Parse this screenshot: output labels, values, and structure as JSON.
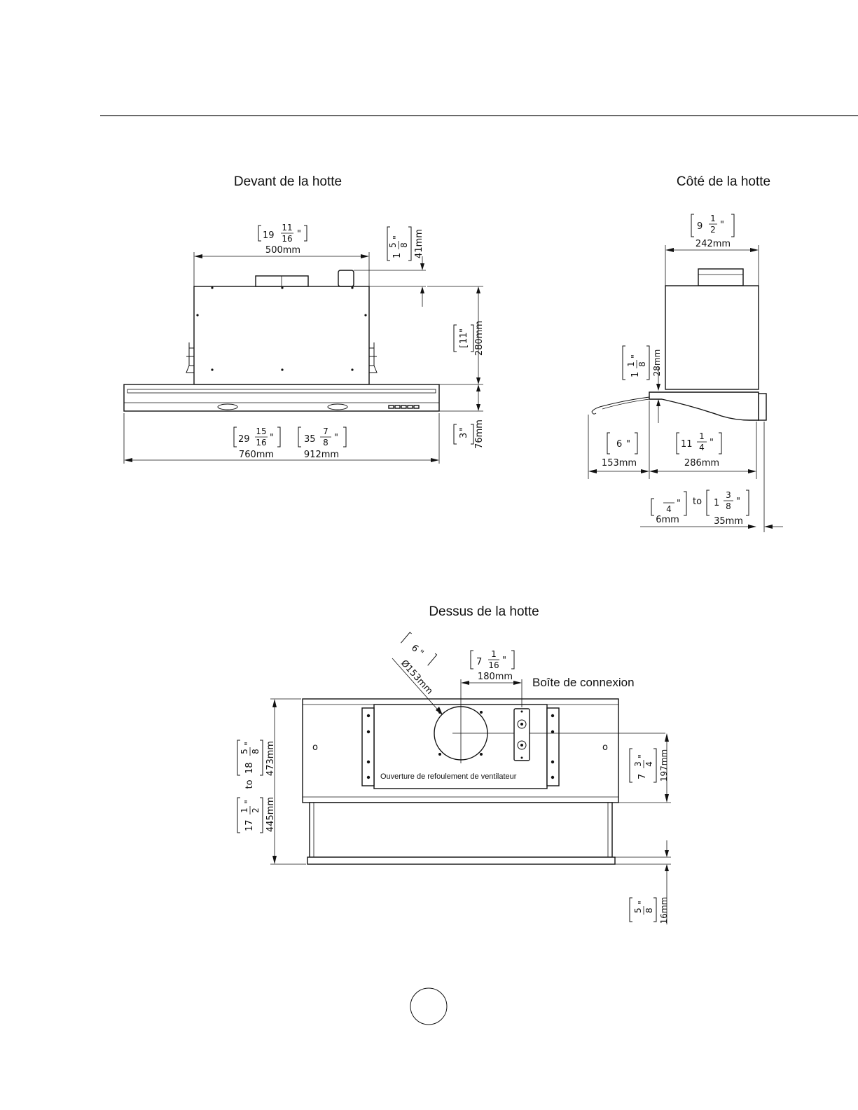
{
  "views": {
    "front": {
      "title": "Devant de la hotte",
      "top_width": {
        "whole": "19",
        "num": "11",
        "den": "16",
        "mm": "500mm"
      },
      "collar_height": {
        "whole": "1",
        "num": "5",
        "den": "8",
        "mm": "41mm"
      },
      "body_height": {
        "inch": "11",
        "mm": "280mm"
      },
      "panel_height": {
        "inch": "3",
        "mm": "76mm"
      },
      "width_a": {
        "whole": "29",
        "num": "15",
        "den": "16",
        "mm": "760mm"
      },
      "width_b": {
        "whole": "35",
        "num": "7",
        "den": "8",
        "mm": "912mm"
      }
    },
    "side": {
      "title": "Côté de la hotte",
      "depth_top": {
        "whole": "9",
        "num": "1",
        "den": "2",
        "mm": "242mm"
      },
      "lip_height": {
        "whole": "1",
        "num": "1",
        "den": "8",
        "mm": "28mm"
      },
      "front_ext": {
        "inch": "6",
        "mm": "153mm"
      },
      "depth_bottom": {
        "whole": "11",
        "num": "1",
        "den": "4",
        "mm": "286mm"
      },
      "offset_min": {
        "num": "",
        "den": "4",
        "mm": "6mm"
      },
      "offset_to": "to",
      "offset_max": {
        "whole": "1",
        "num": "3",
        "den": "8",
        "mm": "35mm"
      }
    },
    "top": {
      "title": "Dessus de la hotte",
      "duct_diameter": {
        "inch": "6",
        "mm": "Ø153mm"
      },
      "duct_offset": {
        "whole": "7",
        "num": "1",
        "den": "16",
        "mm": "180mm"
      },
      "junction_box_label": "Boîte de connexion",
      "blower_outlet_label": "Ouverture de refoulement de ventilateur",
      "depth_max": {
        "whole": "18",
        "num": "5",
        "den": "8",
        "mm": "473mm"
      },
      "depth_to": "to",
      "depth_min": {
        "whole": "17",
        "num": "1",
        "den": "2",
        "mm": "445mm"
      },
      "duct_depth": {
        "whole": "7",
        "num": "3",
        "den": "4",
        "mm": "197mm"
      },
      "trim_height": {
        "num": "5",
        "den": "8",
        "mm": "16mm"
      },
      "mount_hole_glyph": "o"
    }
  },
  "colors": {
    "ink": "#111111",
    "paper": "#ffffff"
  }
}
